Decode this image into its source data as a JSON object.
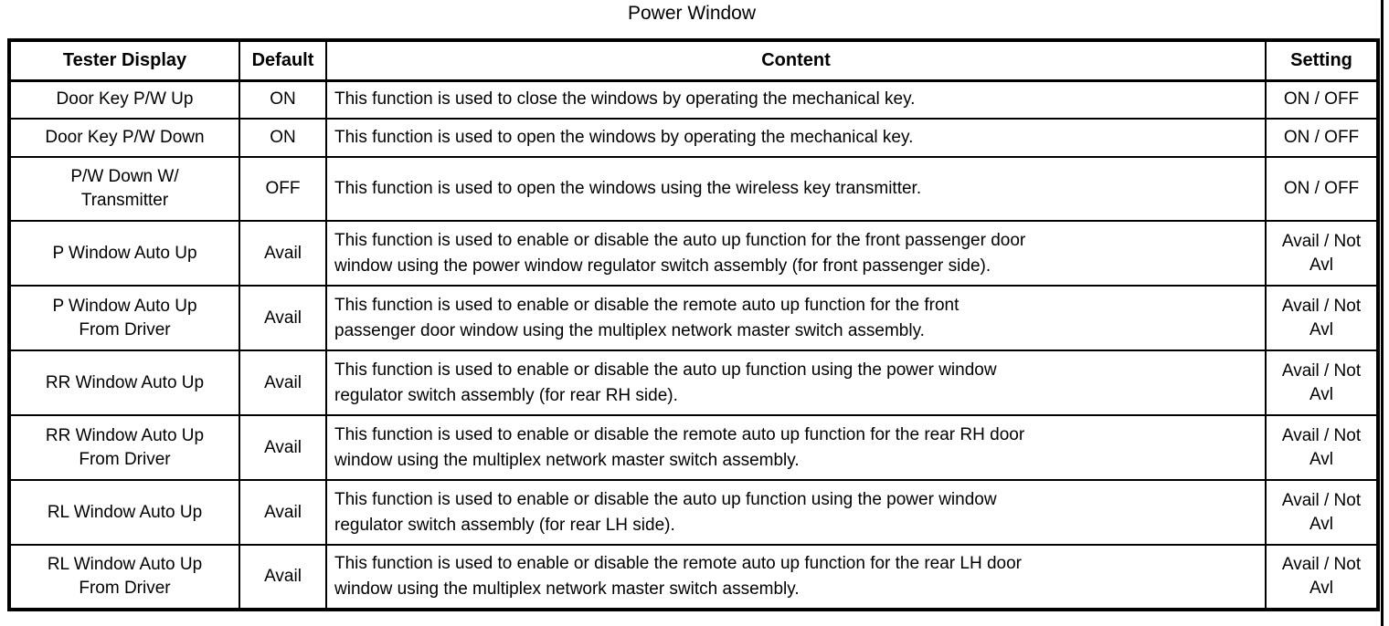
{
  "page": {
    "title": "Power Window"
  },
  "table": {
    "columns": [
      "Tester Display",
      "Default",
      "Content",
      "Setting"
    ],
    "rows": [
      {
        "tester_display": "Door Key P/W Up",
        "default": "ON",
        "content": "This function is used to close the windows by operating the mechanical key.",
        "setting": "ON / OFF"
      },
      {
        "tester_display": "Door Key P/W Down",
        "default": "ON",
        "content": "This function is used to open the windows by operating the mechanical key.",
        "setting": "ON / OFF"
      },
      {
        "tester_display": "P/W Down W/\nTransmitter",
        "default": "OFF",
        "content": "This function is used to open the windows using the wireless key transmitter.",
        "setting": "ON / OFF"
      },
      {
        "tester_display": "P Window Auto Up",
        "default": "Avail",
        "content": "This function is used to enable or disable the auto up function for the front passenger door\nwindow using the power window regulator switch assembly (for front passenger side).",
        "setting": "Avail / Not\nAvl"
      },
      {
        "tester_display": "P Window Auto Up\nFrom Driver",
        "default": "Avail",
        "content": "This function is used to enable or disable the remote auto up function for the front\npassenger door window using the multiplex network master switch assembly.",
        "setting": "Avail / Not\nAvl"
      },
      {
        "tester_display": "RR Window Auto Up",
        "default": "Avail",
        "content": "This function is used to enable or disable the auto up function using the power window\nregulator switch assembly (for rear RH side).",
        "setting": "Avail / Not\nAvl"
      },
      {
        "tester_display": "RR Window Auto Up\nFrom Driver",
        "default": "Avail",
        "content": "This function is used to enable or disable the remote auto up function for the rear RH door\nwindow using the multiplex network master switch assembly.",
        "setting": "Avail / Not\nAvl"
      },
      {
        "tester_display": "RL Window Auto Up",
        "default": "Avail",
        "content": "This function is used to enable or disable the auto up function using the power window\nregulator switch assembly (for rear LH side).",
        "setting": "Avail / Not\nAvl"
      },
      {
        "tester_display": "RL Window Auto Up\nFrom Driver",
        "default": "Avail",
        "content": "This function is used to enable or disable the remote auto up function for the rear LH door\nwindow using the multiplex network master switch assembly.",
        "setting": "Avail / Not\nAvl"
      }
    ]
  }
}
